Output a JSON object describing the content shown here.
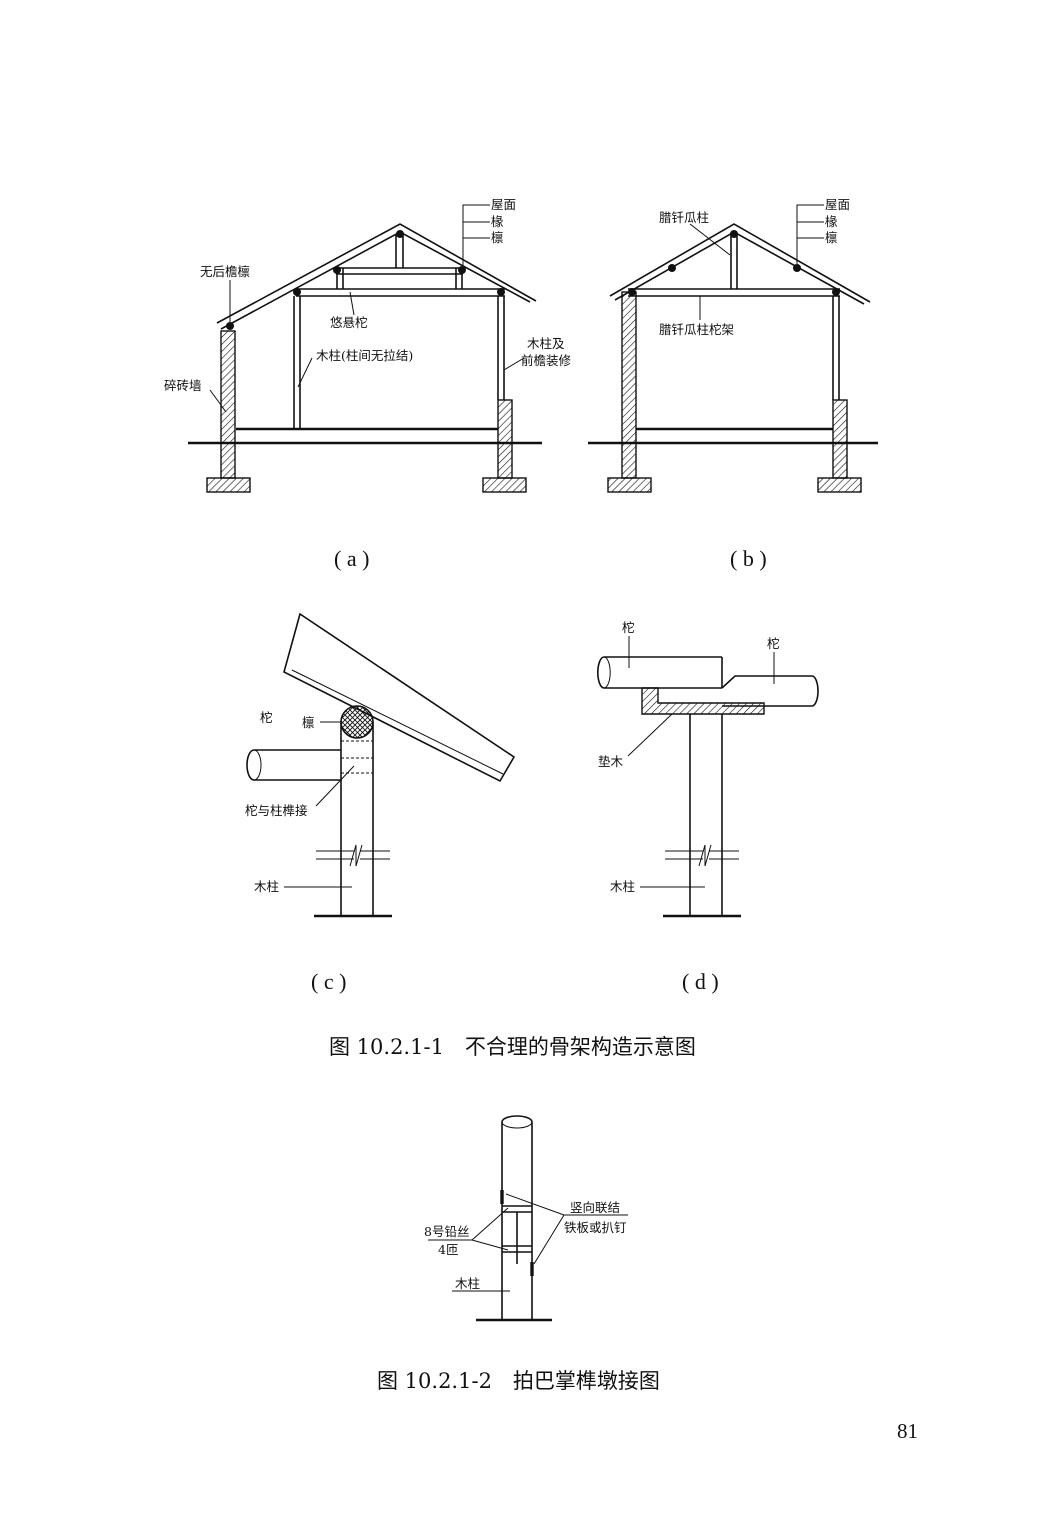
{
  "figure_a": {
    "labels": {
      "roof": "屋面",
      "rafter": "椽",
      "purlin": "檩",
      "no_rear_eave_purlin": "无后檐檩",
      "cantilever_beam": "悠悬柁",
      "wood_column": "木柱(柱间无拉结)",
      "wood_column_front": "木柱及",
      "front_eave_decoration": "前檐装修",
      "rubble_brick_wall": "碎砖墙"
    },
    "caption": "( a )"
  },
  "figure_b": {
    "labels": {
      "roof": "屋面",
      "rafter": "椽",
      "purlin": "檩",
      "king_post": "腊钎瓜柱",
      "king_post_frame": "腊钎瓜柱柁架"
    },
    "caption": "( b )"
  },
  "figure_c": {
    "labels": {
      "beam": "柁",
      "purlin": "檩",
      "tenon_joint": "柁与柱榫接",
      "wood_column": "木柱"
    },
    "caption": "( c )"
  },
  "figure_d": {
    "labels": {
      "beam_left": "柁",
      "beam_right": "柁",
      "packing_block": "垫木",
      "wood_column": "木柱"
    },
    "caption": "( d )"
  },
  "figure_caption_1": "图 10.2.1-1　不合理的骨架构造示意图",
  "figure_2": {
    "labels": {
      "vertical_link": "竖向联结",
      "iron_plate": "铁板或扒钉",
      "wire_no8": "8号铅丝",
      "wire_turns": "4匝",
      "wood_column": "木柱"
    }
  },
  "figure_caption_2": "图 10.2.1-2　拍巴掌榫墩接图",
  "page_number": "81"
}
